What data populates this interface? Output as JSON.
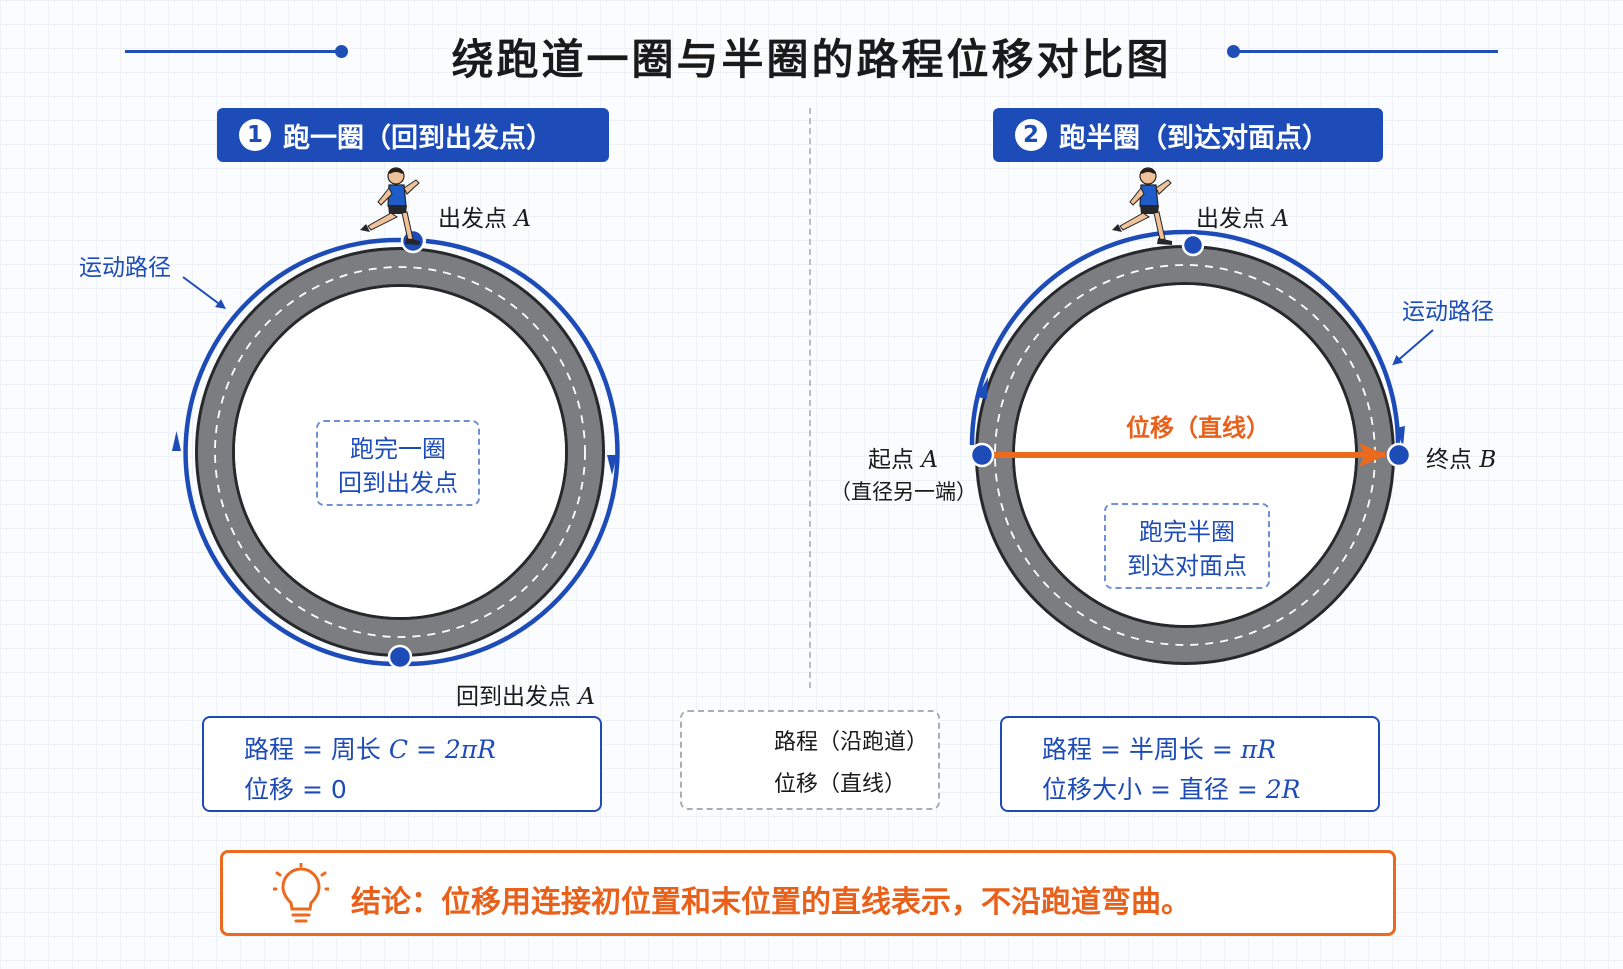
{
  "title": "绕跑道一圈与半圈的路程位移对比图",
  "colors": {
    "blue": "#1d4cb8",
    "orange": "#ec6a1e",
    "track": "#7b7d80"
  },
  "panel1": {
    "number": "1",
    "header": "跑一圈（回到出发点）",
    "start_label": "出发点",
    "start_var": "A",
    "path_label": "运动路径",
    "note_line1": "跑完一圈",
    "note_line2": "回到出发点",
    "end_label": "回到出发点",
    "end_var": "A",
    "formula1": {
      "name": "路程",
      "eq1": "=",
      "term": "周长",
      "var": "C",
      "eq2": "=",
      "value": "2πR"
    },
    "formula2": {
      "name": "位移",
      "eq": "=",
      "value": "0"
    }
  },
  "panel2": {
    "number": "2",
    "header": "跑半圈（到达对面点）",
    "start_label": "出发点",
    "start_var": "A",
    "path_label": "运动路径",
    "origin_label": "起点",
    "origin_var": "A",
    "origin_sub": "（直径另一端）",
    "displacement_label": "位移（直线）",
    "end_label": "终点",
    "end_var": "B",
    "note_line1": "跑完半圈",
    "note_line2": "到达对面点",
    "formula1": {
      "name": "路程",
      "eq1": "=",
      "term": "半周长",
      "eq2": "=",
      "value": "πR"
    },
    "formula2": {
      "name": "位移大小",
      "eq1": "=",
      "term": "直径",
      "eq2": "=",
      "value": "2R"
    }
  },
  "legend": {
    "path": "路程（沿跑道）",
    "displacement": "位移（直线）"
  },
  "conclusion": "结论：位移用连接初位置和末位置的直线表示，不沿跑道弯曲。",
  "icons": [
    "runner-icon",
    "lightbulb-icon",
    "start-dot-icon",
    "end-dot-icon"
  ]
}
